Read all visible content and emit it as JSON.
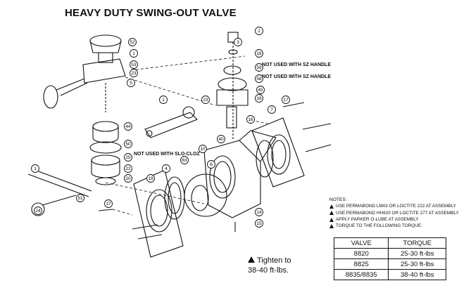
{
  "title": "HEAVY DUTY SWING-OUT VALVE",
  "callouts": {
    "not_used_sz_1": "NOT USED WITH SZ HANDLE",
    "not_used_sz_2": "NOT USED WITH SZ HANDLE",
    "not_used_slo": "NOT USED WITH SLO-CLOZ"
  },
  "notes": {
    "heading": "NOTES:",
    "items": [
      "USE PERMABOND LMII3 OR LOCTITE 222 AT ASSEMBLY",
      "USE PERMABOND HHII20 OR LOCTITE 277 AT ASSEMBLY",
      "APPLY PARKER O-LUBE AT ASSEMBLY",
      "TORQUE TO THE FOLLOWING TORQUE:"
    ]
  },
  "torque_table": {
    "headers": [
      "VALVE",
      "TORQUE"
    ],
    "rows": [
      [
        "8820",
        "25-30 ft-lbs"
      ],
      [
        "8825",
        "25-30 ft-lbs"
      ],
      [
        "8835/8835",
        "38-40 ft-lbs"
      ]
    ]
  },
  "tighten_note": {
    "line1": "Tighten to",
    "line2": "38-40 ft-lbs."
  },
  "part_numbers": [
    "52",
    "1",
    "53",
    "23",
    "5",
    "1",
    "23",
    "44",
    "50",
    "25",
    "22",
    "20",
    "1",
    "51",
    "24",
    "17",
    "2",
    "3",
    "18",
    "59",
    "58",
    "45",
    "16",
    "7",
    "16",
    "17",
    "40",
    "10",
    "4",
    "6",
    "19",
    "63",
    "14",
    "15"
  ]
}
